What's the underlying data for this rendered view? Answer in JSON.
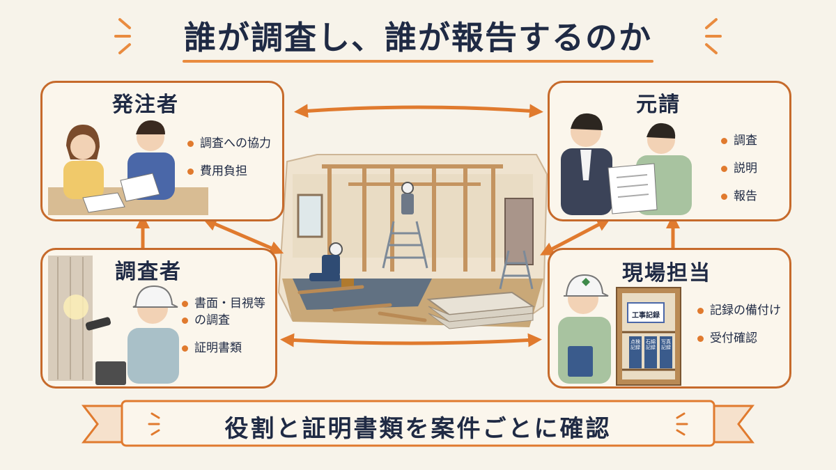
{
  "title": "誰が調査し、誰が報告するのか",
  "roles": {
    "client": {
      "title": "発注者",
      "bullets": [
        "調査への協力",
        "費用負担"
      ]
    },
    "prime": {
      "title": "元請",
      "bullets": [
        "調査",
        "説明",
        "報告"
      ]
    },
    "investigator": {
      "title": "調査者",
      "bullets": [
        "書面・目視等",
        "の調査",
        "証明書類"
      ]
    },
    "site": {
      "title": "現場担当",
      "bullets": [
        "記録の備付け",
        "受付確認"
      ]
    }
  },
  "shelf": {
    "sign": "工事記録",
    "binder1": "点検記録",
    "binder2": "石綿記録",
    "binder3": "写真記録"
  },
  "footer": "役割と証明書類を案件ごとに確認",
  "colors": {
    "accent": "#e07a2e",
    "border": "#c66a2b",
    "text": "#1f2a44",
    "background": "#f7f3ea"
  }
}
